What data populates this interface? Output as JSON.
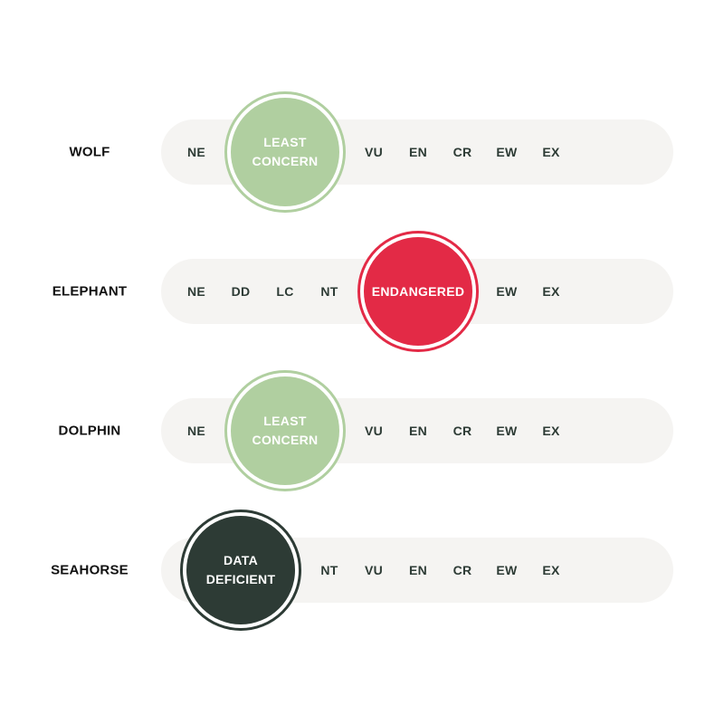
{
  "colors": {
    "least_concern": "#b0cfa0",
    "endangered": "#e32a46",
    "data_deficient": "#2d3b35",
    "track": "#f5f4f2",
    "code_text": "#2d3b35",
    "name_text": "#111111"
  },
  "categories": [
    "NE",
    "DD",
    "LC",
    "NT",
    "VU",
    "EN",
    "CR",
    "EW",
    "EX"
  ],
  "rows": [
    {
      "animal": "WOLF",
      "status_index": 2,
      "status_label": "LEAST CONCERN",
      "status_color": "#b0cfa0"
    },
    {
      "animal": "ELEPHANT",
      "status_index": 5,
      "status_label": "ENDANGERED",
      "status_color": "#e32a46"
    },
    {
      "animal": "DOLPHIN",
      "status_index": 2,
      "status_label": "LEAST CONCERN",
      "status_color": "#b0cfa0"
    },
    {
      "animal": "SEAHORSE",
      "status_index": 1,
      "status_label": "DATA DEFICIENT",
      "status_color": "#2d3b35",
      "hidden_indices": [
        0
      ]
    }
  ]
}
